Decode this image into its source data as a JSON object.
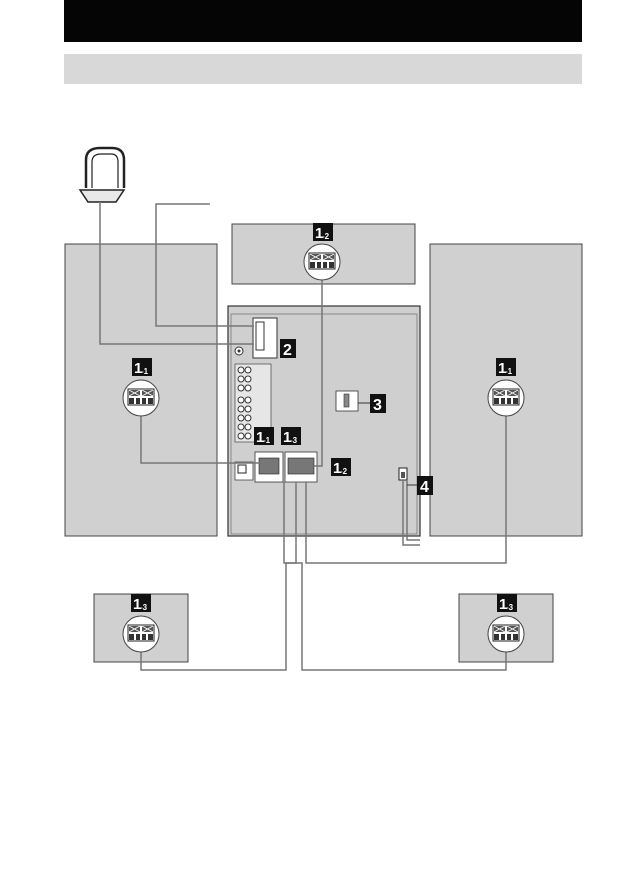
{
  "header": {
    "title": ""
  },
  "subheader": {
    "title": ""
  },
  "callouts": {
    "front_left": {
      "num": "1",
      "sub": "-1"
    },
    "front_right": {
      "num": "1",
      "sub": "-1"
    },
    "center": {
      "num": "1",
      "sub": "-2"
    },
    "surround_left": {
      "num": "1",
      "sub": "-3"
    },
    "surround_right": {
      "num": "1",
      "sub": "-3"
    },
    "unit_front_terminal": {
      "num": "1",
      "sub": "-1"
    },
    "unit_surround_terminal": {
      "num": "1",
      "sub": "-3"
    },
    "unit_center_terminal": {
      "num": "1",
      "sub": "-2"
    },
    "antenna_step": {
      "num": "2"
    },
    "voltage_step": {
      "num": "3"
    },
    "power_step": {
      "num": "4"
    }
  },
  "colors": {
    "header": "#050505",
    "subheader": "#d8d8d8",
    "speaker_panel": "#d0d0d0",
    "unit_body": "#cfcfcf",
    "cable": "#777777",
    "callout_bg": "#111111"
  }
}
